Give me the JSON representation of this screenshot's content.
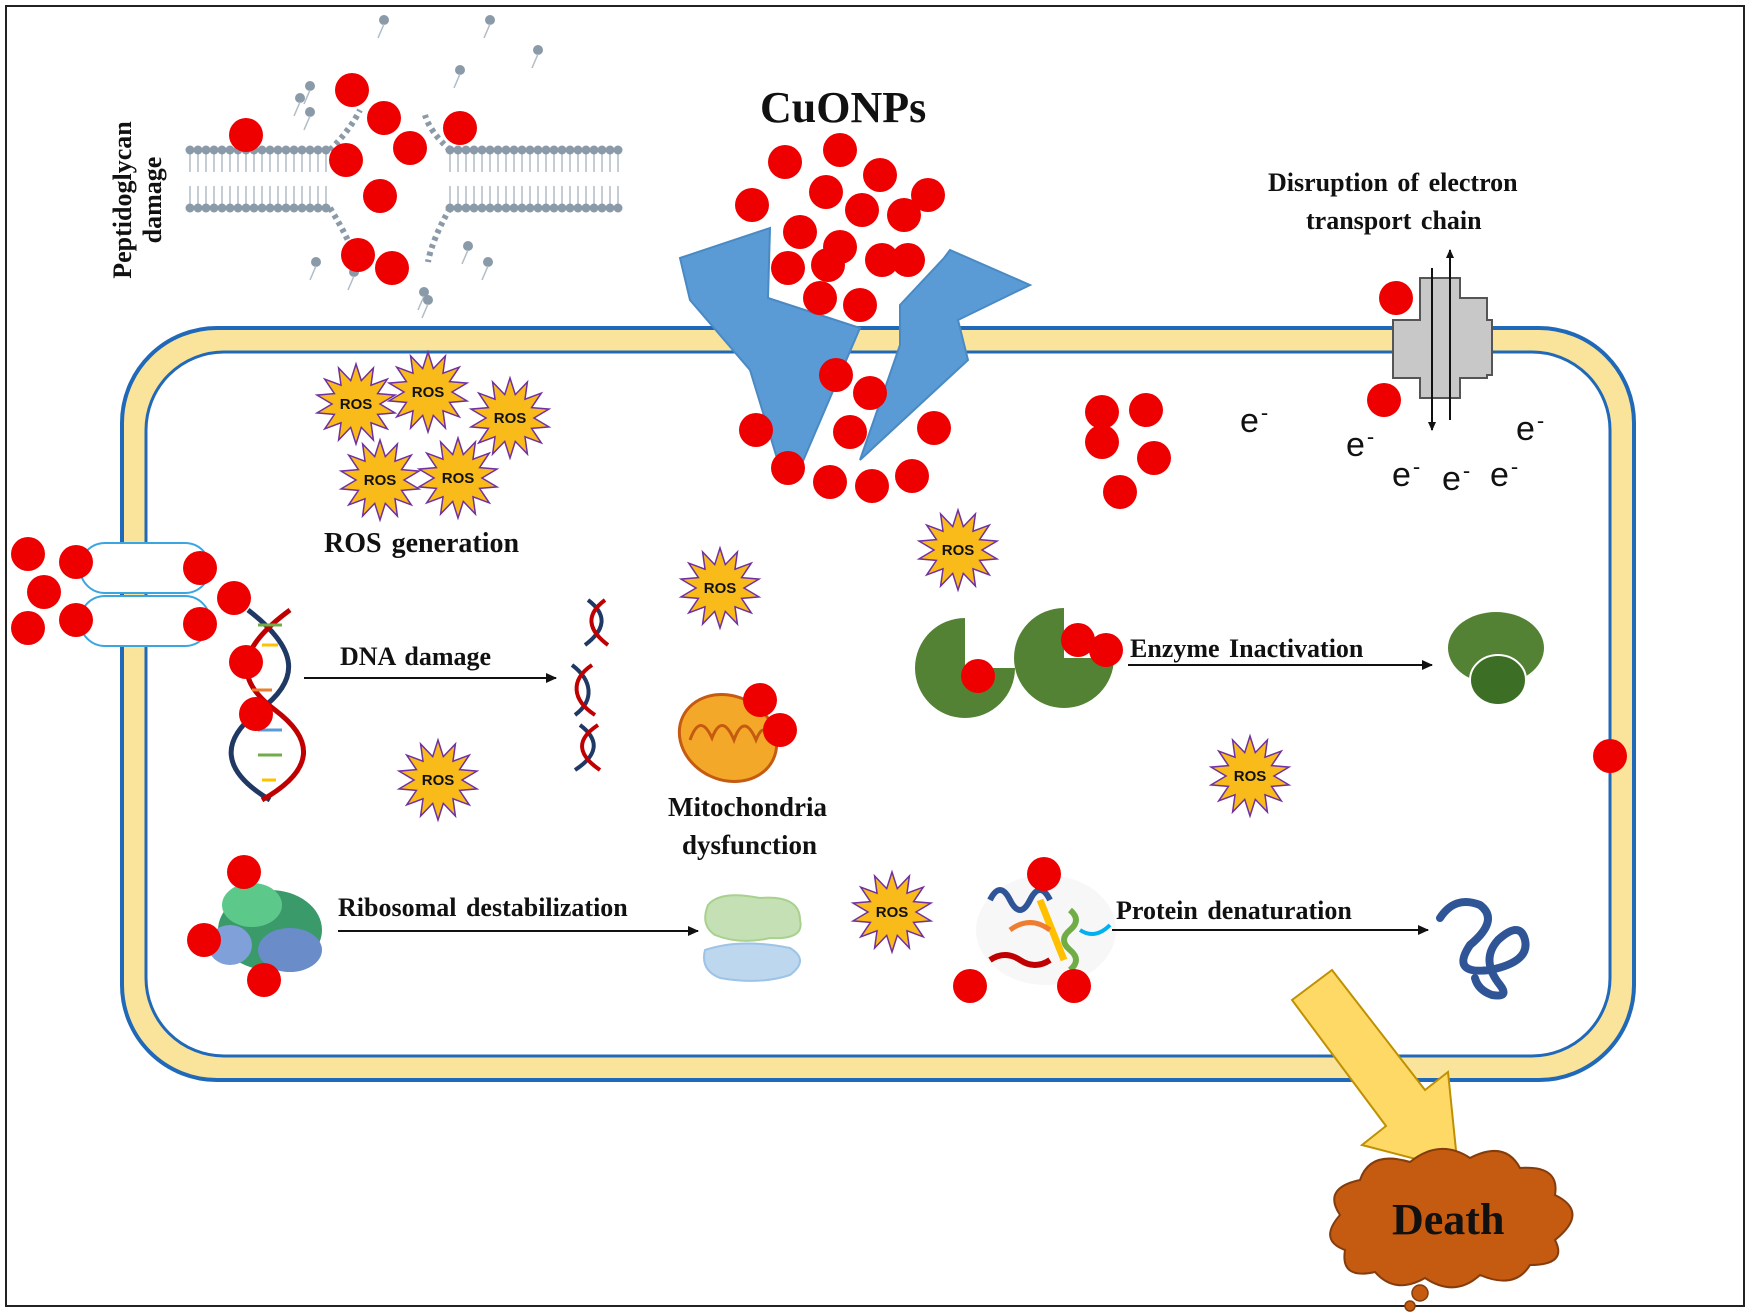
{
  "labels": {
    "cuonps": "CuONPs",
    "peptidoglycan_line1": "Peptidoglycan",
    "peptidoglycan_line2": "damage",
    "etc_line1": "Disruption  of electron",
    "etc_line2": "transport  chain",
    "ros_generation": "ROS generation",
    "dna_damage": "DNA damage",
    "enzyme_inactivation": "Enzyme  Inactivation",
    "mito_line1": "Mitochondria",
    "mito_line2": "dysfunction",
    "ribosomal": "Ribosomal  destabilization",
    "protein": "Protein  denaturation",
    "death": "Death"
  },
  "ros_badge_text": "ROS",
  "electron": {
    "symbol": "e",
    "charge": "-"
  },
  "colors": {
    "nanoparticle": "#ee0000",
    "cell_wall": "#fae39a",
    "cell_outline": "#2068b8",
    "ros_star": "#f8bb1a",
    "ros_outline": "#7030a0",
    "lightning": "#5b9bd5",
    "enzyme": "#548235",
    "death_cloud": "#c55a11",
    "death_arrow": "#ffd966",
    "mitochondria": "#f4a82a",
    "channel": "#c8c8c8"
  }
}
